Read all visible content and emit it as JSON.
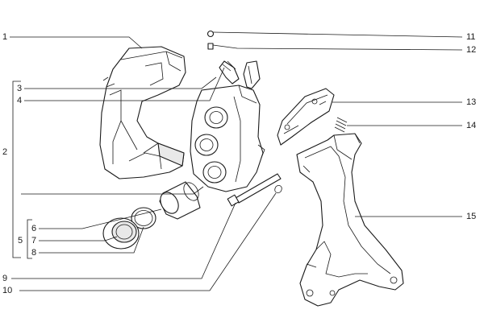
{
  "callouts": {
    "n1": "1",
    "n2": "2",
    "n3": "3",
    "n4": "4",
    "n5": "5",
    "n6": "6",
    "n7": "7",
    "n8": "8",
    "n9": "9",
    "n10": "10",
    "n11": "11",
    "n12": "12",
    "n13": "13",
    "n14": "14",
    "n15": "15"
  }
}
